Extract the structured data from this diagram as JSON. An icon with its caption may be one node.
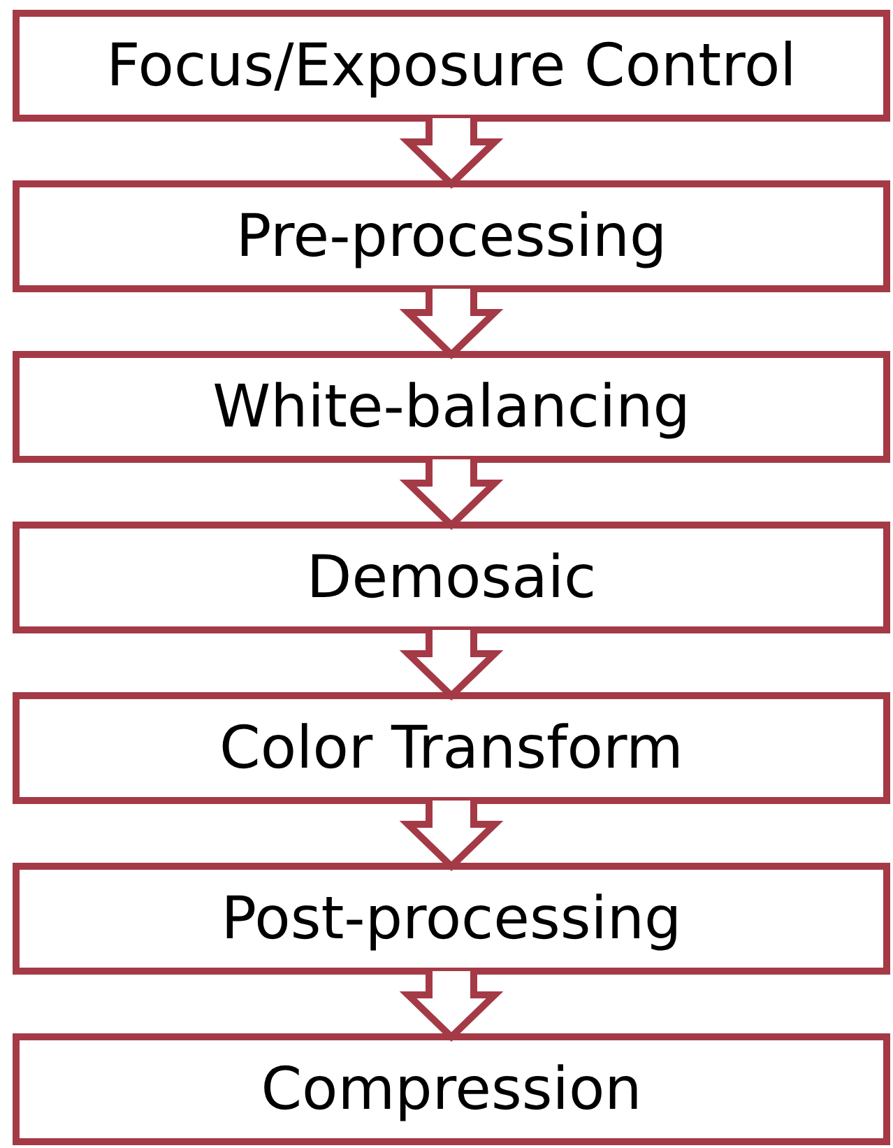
{
  "diagram": {
    "nodes": [
      {
        "text": [
          "Focus/Exposure Control"
        ]
      },
      {
        "text": [
          "Pre-processing"
        ]
      },
      {
        "text": [
          "White-balancing"
        ]
      },
      {
        "text": [
          "Demosaic"
        ]
      },
      {
        "text": [
          "Color Transform"
        ]
      },
      {
        "text": [
          "Post-processing"
        ]
      },
      {
        "text": [
          "Compression"
        ]
      }
    ],
    "edges": [
      {
        "from": 0,
        "to": 1,
        "arrow": "to"
      },
      {
        "from": 1,
        "to": 2,
        "arrow": "to"
      },
      {
        "from": 2,
        "to": 3,
        "arrow": "to"
      },
      {
        "from": 3,
        "to": 4,
        "arrow": "to"
      },
      {
        "from": 4,
        "to": 5,
        "arrow": "to"
      },
      {
        "from": 5,
        "to": 6,
        "arrow": "to"
      }
    ]
  }
}
